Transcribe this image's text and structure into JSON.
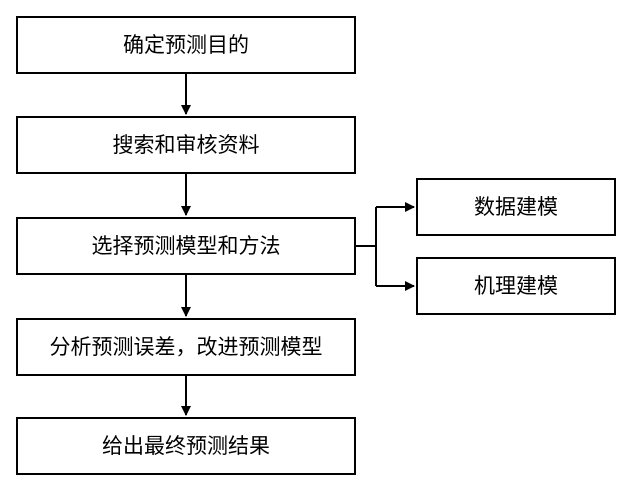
{
  "flowchart": {
    "steps": [
      {
        "id": "n1",
        "label": "确定预测目的"
      },
      {
        "id": "n2",
        "label": "搜索和审核资料"
      },
      {
        "id": "n3",
        "label": "选择预测模型和方法"
      },
      {
        "id": "n4",
        "label": "分析预测误差，改进预测模型"
      },
      {
        "id": "n5",
        "label": "给出最终预测结果"
      }
    ],
    "branches": [
      {
        "id": "s1",
        "label": "数据建模"
      },
      {
        "id": "s2",
        "label": "机理建模"
      }
    ],
    "edges": [
      {
        "from": "n1",
        "to": "n2"
      },
      {
        "from": "n2",
        "to": "n3"
      },
      {
        "from": "n3",
        "to": "n4"
      },
      {
        "from": "n4",
        "to": "n5"
      },
      {
        "from": "n3",
        "to": "s1"
      },
      {
        "from": "n3",
        "to": "s2"
      }
    ]
  },
  "colors": {
    "stroke": "#000000",
    "fill": "#ffffff",
    "text": "#000000"
  }
}
